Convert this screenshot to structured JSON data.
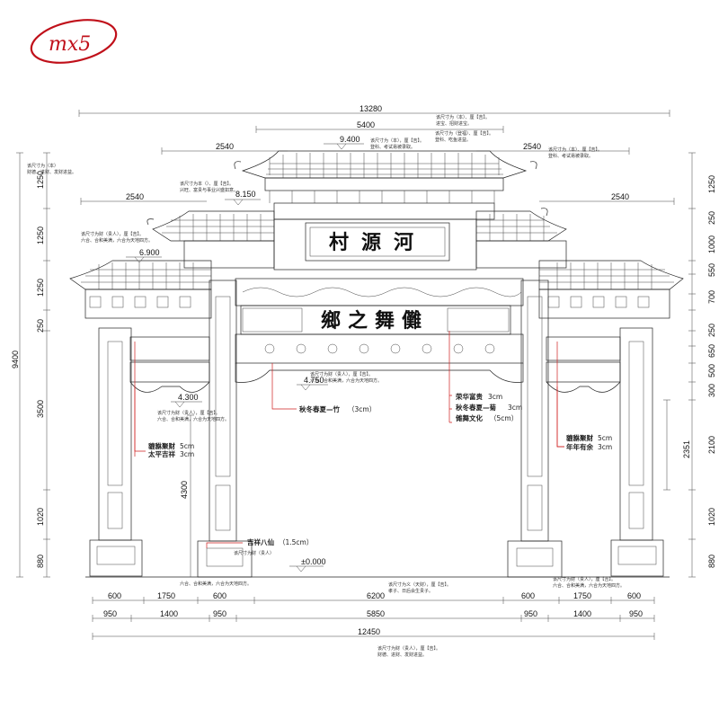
{
  "logo": {
    "text": "mx5",
    "color": "#c0101a"
  },
  "plaques": {
    "top": "村源河",
    "middle": "鄉之舞儺"
  },
  "elevations": {
    "top": "9.400",
    "second": "8.150",
    "third": "6.900",
    "beam": "4.750",
    "side_beam": "4.300",
    "ground": "±0.000"
  },
  "top_dims": {
    "overall": "13280",
    "center_roof": "5400",
    "upper_left": "2540",
    "upper_right": "2540",
    "lower_left": "2540",
    "lower_right": "2540"
  },
  "left_dims": {
    "overall": "9400",
    "seg1": "1250",
    "seg2": "1250",
    "seg3": "1250",
    "seg4": "250",
    "seg5": "3500",
    "seg6": "1020",
    "seg7": "880"
  },
  "left_inner_dims": {
    "opening": "4300"
  },
  "right_dims": {
    "seg1": "1250",
    "seg2": "250",
    "seg3": "1000",
    "seg4": "550",
    "seg5": "700",
    "seg6": "250",
    "seg7": "650",
    "seg8": "500",
    "seg9": "300",
    "seg10": "2100",
    "seg11": "1020",
    "seg12": "880",
    "side": "2351"
  },
  "bottom_dims": {
    "row1": [
      "600",
      "1750",
      "600",
      "6200",
      "600",
      "1750",
      "600"
    ],
    "row2": [
      "950",
      "1400",
      "950",
      "5850",
      "950",
      "1400",
      "950"
    ],
    "overall": "12450"
  },
  "callouts": {
    "left1": "貔貅聚财",
    "left1_size": "5cm",
    "left2": "太平吉祥",
    "left2_size": "3cm",
    "center_beam": "秋冬春夏—竹",
    "center_beam_size": "（3cm）",
    "right1": "荣华富贵",
    "right1_size": "3cm",
    "right2": "秋冬春夏—菊",
    "right2_size": "3cm",
    "right3": "傩舞文化",
    "right3_size": "（5cm）",
    "right4": "貔貅聚财",
    "right4_size": "5cm",
    "right5": "年年有余",
    "right5_size": "3cm",
    "base": "吉祥八仙",
    "base_size": "（1.5cm）"
  },
  "notes": {
    "n1": "该尺寸为（本）、厘【吉】。",
    "n2": "进宝、招财进宝。",
    "n3": "该尺寸为（本），厘【吉】。",
    "n4": "登科、考试易被录取。",
    "n5": "该尺寸为（登福）、厘【吉】。",
    "n6": "登科、吃鱼进益。",
    "n7": "该尺寸为（本）、厘【吉】。",
    "n8": "登科、考试易被录取。",
    "n9": "该尺寸为本（）、厘【吉】。",
    "n10": "兴旺、富贵与事业兴盛如意。",
    "n11": "该尺寸为财（贵人），厘【吉】。",
    "n12": "六合、合和美满，六合为天地四方。",
    "n13": "该尺寸为财（贵人），厘【吉】。",
    "n14": "六合、合和美满，六合为天地四方。",
    "n15": "该尺寸为（本）",
    "n16": "财德、进财、发财进益。",
    "n17": "该尺寸为财（贵人）",
    "n18": "六合、合和美满，六合为天地四方。",
    "n19": "该尺寸为财（贵人），厘【吉】。",
    "n20": "六合、合和美满，六合为天地四方。",
    "n21": "该尺寸为义（天财），厘【吉】。",
    "n22": "孝子、日后会生贵子。",
    "n23": "该尺寸为财（贵人），厘【吉】。",
    "n24": "六合、合和美满，六合为天地四方。",
    "n25": "该尺寸为财（贵人），厘【吉】。",
    "n26": "财德、进财、发财进益。"
  }
}
